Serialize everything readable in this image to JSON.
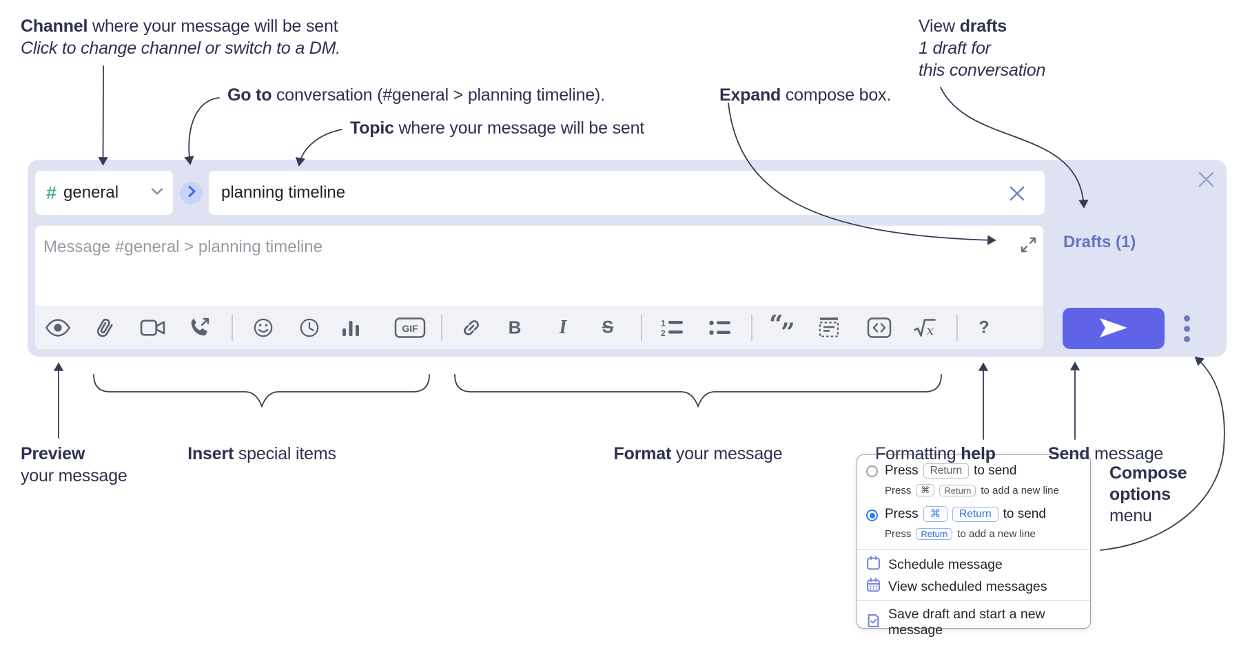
{
  "annotations": {
    "channel": {
      "bold": "Channel",
      "rest": " where your message will be sent",
      "hint": "Click to change channel or switch to a DM."
    },
    "go_to": {
      "bold": "Go to",
      "rest": " conversation (#general > planning timeline)."
    },
    "topic": {
      "bold": "Topic",
      "rest": " where your message will be sent"
    },
    "expand": {
      "bold": "Expand",
      "rest": " compose box."
    },
    "view_drafts": {
      "pre": "View ",
      "bold": "drafts",
      "line2": "1 draft for",
      "line3": "this conversation"
    },
    "preview": {
      "bold": "Preview",
      "line2": "your message"
    },
    "insert": {
      "bold": "Insert",
      "rest": " special items"
    },
    "format": {
      "bold": "Format",
      "rest": " your message"
    },
    "formatting_help": {
      "pre": "Formatting ",
      "bold": "help"
    },
    "send": {
      "bold": "Send",
      "rest": " message"
    },
    "compose_options": {
      "line1": "Compose",
      "line2": "options",
      "line3": "menu"
    }
  },
  "compose": {
    "channel_hash": "#",
    "channel_name": "general",
    "topic_value": "planning timeline",
    "message_placeholder": "Message #general > planning timeline",
    "drafts_label": "Drafts (1)",
    "gif_label": "GIF",
    "bold_label": "B",
    "italic_label": "I",
    "strike_label": "S",
    "help_label": "?"
  },
  "options_menu": {
    "option_enter": {
      "selected": false,
      "press": "Press",
      "key_return": "Return",
      "tail": "to send",
      "sub_press": "Press",
      "sub_key_cmd": "⌘",
      "sub_key_return": "Return",
      "sub_tail": "to add a new line"
    },
    "option_cmd_enter": {
      "selected": true,
      "press": "Press",
      "key_cmd": "⌘",
      "key_return": "Return",
      "tail": "to send",
      "sub_press": "Press",
      "sub_key_return": "Return",
      "sub_tail": "to add a new line"
    },
    "schedule": "Schedule message",
    "view_scheduled": "View scheduled messages",
    "save_draft": "Save draft and start a new message"
  },
  "colors": {
    "compose_background": "#dfe2f2",
    "send_button": "#5f63e8",
    "drafts_link": "#6774c1",
    "channel_hash_green": "#54b581",
    "goto_chevron_blue": "#4a68ee",
    "kbd_blue": "#2b6fe0",
    "radio_selected_blue": "#2b7de9",
    "menu_icon_purple": "#7b85d8",
    "toolbar_icon_gray": "#5d616b",
    "annotation_ink": "#2e3150"
  }
}
